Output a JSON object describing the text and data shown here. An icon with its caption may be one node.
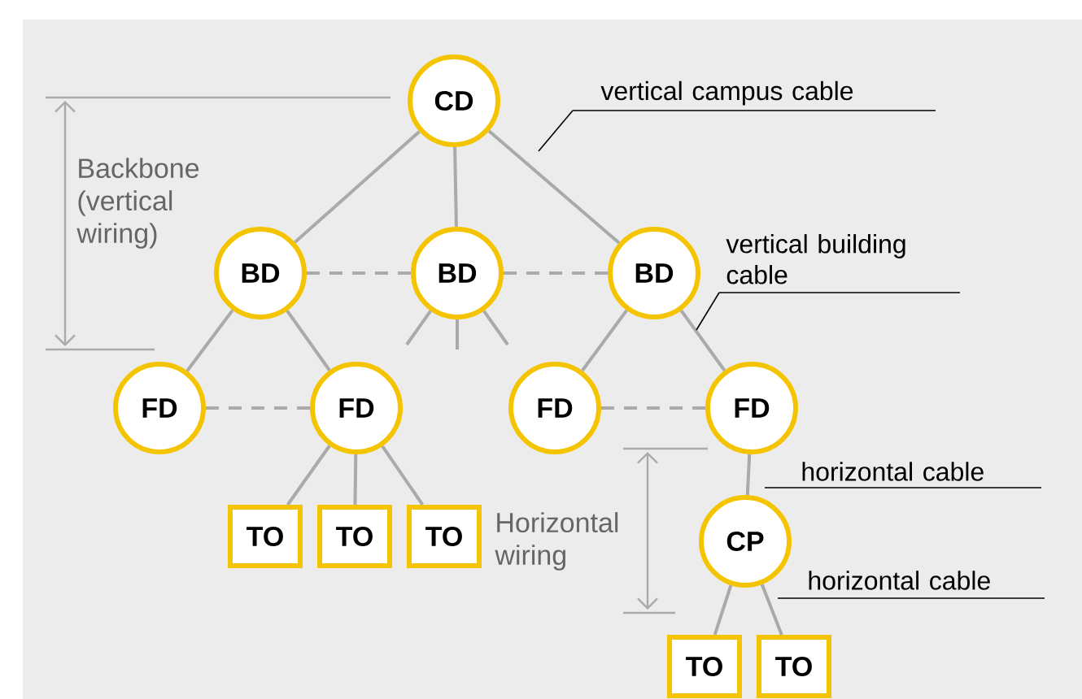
{
  "diagram": {
    "nodes": [
      {
        "text": [
          "CD"
        ]
      },
      {
        "text": [
          "BD"
        ]
      },
      {
        "text": [
          "BD"
        ]
      },
      {
        "text": [
          "BD"
        ]
      },
      {
        "text": [
          "FD"
        ]
      },
      {
        "text": [
          "FD"
        ]
      },
      {
        "text": [
          "FD"
        ]
      },
      {
        "text": [
          "FD"
        ]
      },
      {
        "text": [
          "TO"
        ]
      },
      {
        "text": [
          "TO"
        ]
      },
      {
        "text": [
          "TO"
        ]
      },
      {
        "text": [
          "CP"
        ]
      },
      {
        "text": [
          "TO"
        ]
      },
      {
        "text": [
          "TO"
        ]
      },
      {
        "text": [
          "vertical campus cable"
        ]
      },
      {
        "text": [
          "vertical building cable"
        ]
      }
    ],
    "edges": [
      {
        "from": 0,
        "to": 1,
        "arrow": "none"
      },
      {
        "from": 0,
        "to": 2,
        "arrow": "none"
      },
      {
        "from": 0,
        "to": 3,
        "arrow": "none"
      },
      {
        "from": 1,
        "to": 2,
        "arrow": "none",
        "style": "dashed"
      },
      {
        "from": 2,
        "to": 3,
        "arrow": "none",
        "style": "dashed"
      },
      {
        "from": 2,
        "to": null,
        "arrow": "none"
      },
      {
        "from": 2,
        "to": null,
        "arrow": "none"
      },
      {
        "from": 2,
        "to": null,
        "arrow": "none"
      },
      {
        "from": 1,
        "to": 4,
        "arrow": "none"
      },
      {
        "from": 1,
        "to": 5,
        "arrow": "none"
      },
      {
        "from": 3,
        "to": 6,
        "arrow": "none"
      },
      {
        "from": 3,
        "to": 7,
        "arrow": "none"
      },
      {
        "from": 4,
        "to": 5,
        "arrow": "none",
        "style": "dashed"
      },
      {
        "from": 6,
        "to": 7,
        "arrow": "none",
        "style": "dashed"
      },
      {
        "from": 5,
        "to": 8,
        "arrow": "none"
      },
      {
        "from": 5,
        "to": 9,
        "arrow": "none"
      },
      {
        "from": 5,
        "to": 10,
        "arrow": "none"
      },
      {
        "from": 7,
        "to": 11,
        "arrow": "none"
      },
      {
        "from": 11,
        "to": 12,
        "arrow": "none"
      },
      {
        "from": 11,
        "to": 13,
        "arrow": "none"
      },
      {
        "from": 14,
        "to": null,
        "arrow": "none",
        "color": "#000000"
      },
      {
        "from": 15,
        "to": null,
        "arrow": "none",
        "color": "#000000"
      }
    ],
    "labels": [
      "Backbone (vertical wiring)",
      "Horizontal wiring",
      "horizontal cable",
      "horizontal cable"
    ]
  }
}
